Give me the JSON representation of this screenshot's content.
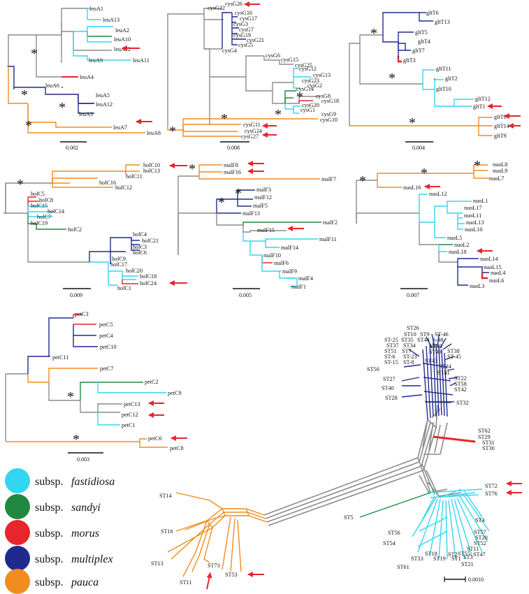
{
  "colors": {
    "fastidiosa": "#33d6f0",
    "sandyi": "#1f8a3f",
    "morus": "#e8242c",
    "multiplex": "#1f2a8c",
    "pauca": "#ee8a1e",
    "gray": "#8c8c8c",
    "arrow": "#e8242c"
  },
  "legend": [
    {
      "prefix": "subsp.",
      "name": "fastidiosa",
      "color_key": "fastidiosa"
    },
    {
      "prefix": "subsp.",
      "name": "sandyi",
      "color_key": "sandyi"
    },
    {
      "prefix": "subsp.",
      "name": "morus",
      "color_key": "morus"
    },
    {
      "prefix": "subsp.",
      "name": "multiplex",
      "color_key": "multiplex"
    },
    {
      "prefix": "subsp.",
      "name": "pauca",
      "color_key": "pauca"
    }
  ],
  "panels": [
    {
      "id": "leuA",
      "scale_bar": "0.002",
      "taxa": [
        "leuA1",
        "leuA13",
        "leuA2",
        "leuA10",
        "leuA12",
        "leuA9",
        "leuA11",
        "leuA4",
        "leuA6",
        "leuA5",
        "leuA12",
        "leuA3",
        "leuA7",
        "leuA8"
      ]
    },
    {
      "id": "cysG",
      "scale_bar": "0.008",
      "taxa": [
        "cysG22",
        "cysG26",
        "cysG16",
        "cysG17",
        "cysG3",
        "cysG7",
        "cysG19",
        "cysG21",
        "cysG5",
        "cysG4",
        "cysG6",
        "cysG15",
        "cysG25",
        "cysG12",
        "cysG13",
        "cysG23",
        "cysG14",
        "cysG2",
        "cysG8",
        "cysG18",
        "cysG20",
        "cysG1",
        "cysG9",
        "cysG10",
        "cysG11",
        "cysG24",
        "cysG27"
      ]
    },
    {
      "id": "gltT",
      "scale_bar": "0.004",
      "taxa": [
        "gltT6",
        "gltT13",
        "gltT5",
        "gltT4",
        "gltT7",
        "gltT3",
        "gltT11",
        "gltT2",
        "gltT10",
        "gltT12",
        "gltT1",
        "gltT8",
        "gltT14",
        "gltT9"
      ]
    },
    {
      "id": "holC",
      "scale_bar": "0.009",
      "taxa": [
        "holC10",
        "holC13",
        "holC11",
        "holC16",
        "holC12",
        "holC5",
        "holC8",
        "holC15",
        "holC14",
        "holC7",
        "holC19",
        "holC2",
        "holC4",
        "holC21",
        "holC3",
        "holC6",
        "holC9",
        "holC17",
        "holC20",
        "holC18",
        "holC24",
        "holC1"
      ]
    },
    {
      "id": "malF",
      "scale_bar": "0.005",
      "taxa": [
        "malF8",
        "malF16",
        "malF7",
        "malF3",
        "malF12",
        "malF5",
        "malF13",
        "malF2",
        "malF15",
        "malF11",
        "malF14",
        "malF10",
        "malF6",
        "malF9",
        "malF4",
        "malF1"
      ]
    },
    {
      "id": "nuoL",
      "scale_bar": "0.007",
      "taxa": [
        "nuoL8",
        "nuoL9",
        "nuoL7",
        "nuoL16",
        "nuoL12",
        "nuoL1",
        "nuoL17",
        "nuoL11",
        "nuoL13",
        "nuoL10",
        "nuoL5",
        "nuoL2",
        "nuoL18",
        "nuoL14",
        "nuoL15",
        "nuoL4",
        "nuoL6",
        "nuoL3"
      ]
    },
    {
      "id": "petC",
      "scale_bar": "0.003",
      "taxa": [
        "petC3",
        "petC5",
        "petC4",
        "petC10",
        "petC11",
        "petC7",
        "petC2",
        "petC9",
        "petC13",
        "petC12",
        "petC1",
        "petC6",
        "petC8"
      ]
    }
  ],
  "network": {
    "scale_bar": "0.0010",
    "multiplex_labels": [
      "ST26",
      "ST10",
      "ST9",
      "ST-46",
      "ST-25",
      "ST35",
      "ST44",
      "S-48",
      "ST37",
      "ST34",
      "ST39",
      "ST51",
      "ST7",
      "ST49",
      "ST38",
      "ST-6",
      "ST-23",
      "ST-45",
      "ST-15",
      "ST-8",
      "ST43",
      "ST50",
      "ST24",
      "ST41",
      "ST27",
      "ST22",
      "ST58",
      "ST42",
      "ST40",
      "ST28",
      "ST32"
    ],
    "morus_labels": [
      "ST62",
      "ST29",
      "ST31",
      "ST30"
    ],
    "fastidiosa_labels": [
      "ST72",
      "ST76",
      "ST4",
      "ST57",
      "ST20",
      "ST52",
      "ST56",
      "ST54",
      "ST11",
      "ST55",
      "ST47",
      "ST18",
      "ST2",
      "ST3",
      "ST33",
      "ST19",
      "ST1",
      "ST21",
      "ST61"
    ],
    "sandyi_labels": [
      "ST5"
    ],
    "pauca_labels": [
      "ST14",
      "ST16",
      "ST13",
      "ST11",
      "ST73",
      "ST53"
    ]
  }
}
